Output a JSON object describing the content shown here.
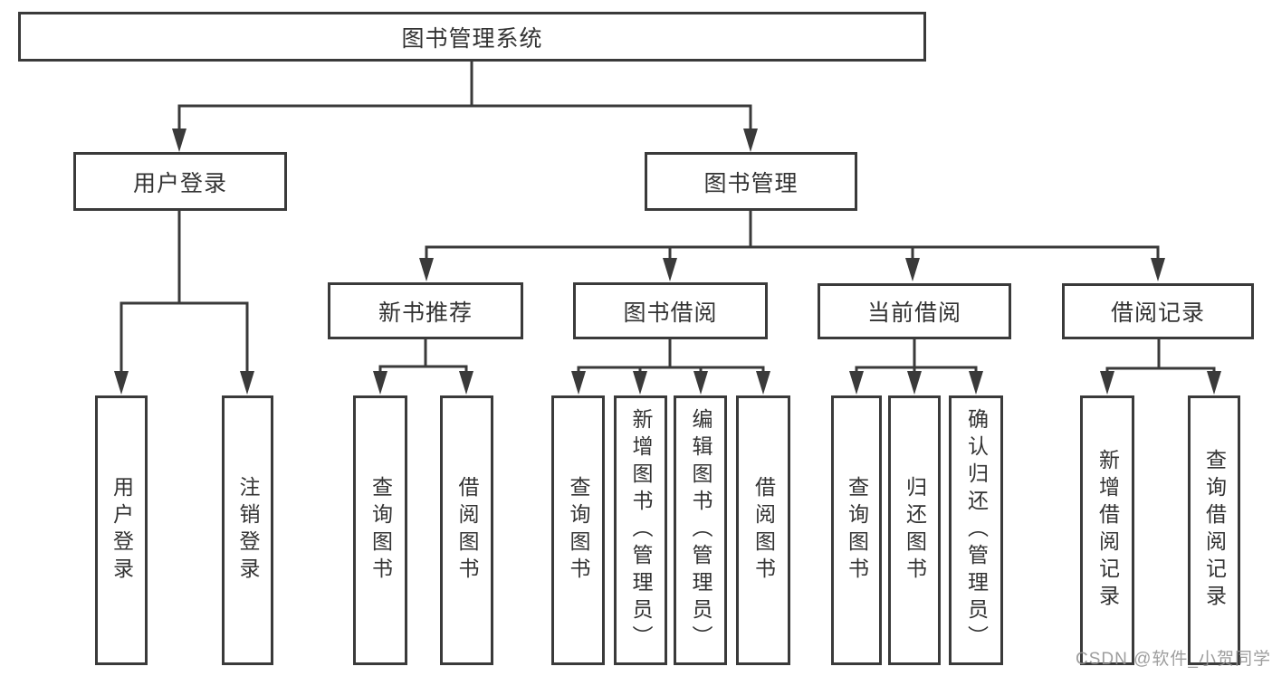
{
  "diagram": {
    "root": {
      "label": "图书管理系统"
    },
    "branches": [
      {
        "label": "用户登录",
        "children": [
          {
            "label": "用户登录"
          },
          {
            "label": "注销登录"
          }
        ]
      },
      {
        "label": "图书管理",
        "children": [
          {
            "label": "新书推荐",
            "children": [
              {
                "label": "查询图书"
              },
              {
                "label": "借阅图书"
              }
            ]
          },
          {
            "label": "图书借阅",
            "children": [
              {
                "label": "查询图书"
              },
              {
                "label": "新增图书（管理员）"
              },
              {
                "label": "编辑图书（管理员）"
              },
              {
                "label": "借阅图书"
              }
            ]
          },
          {
            "label": "当前借阅",
            "children": [
              {
                "label": "查询图书"
              },
              {
                "label": "归还图书"
              },
              {
                "label": "确认归还（管理员）"
              }
            ]
          },
          {
            "label": "借阅记录",
            "children": [
              {
                "label": "新增借阅记录"
              },
              {
                "label": "查询借阅记录"
              }
            ]
          }
        ]
      }
    ]
  },
  "watermark": {
    "text": "CSDN @软件_小贺同学",
    "color": "#949494"
  },
  "colors": {
    "line": "#3a3a3a",
    "box_border": "#3a3a3a",
    "text": "#333333",
    "background": "#ffffff"
  }
}
